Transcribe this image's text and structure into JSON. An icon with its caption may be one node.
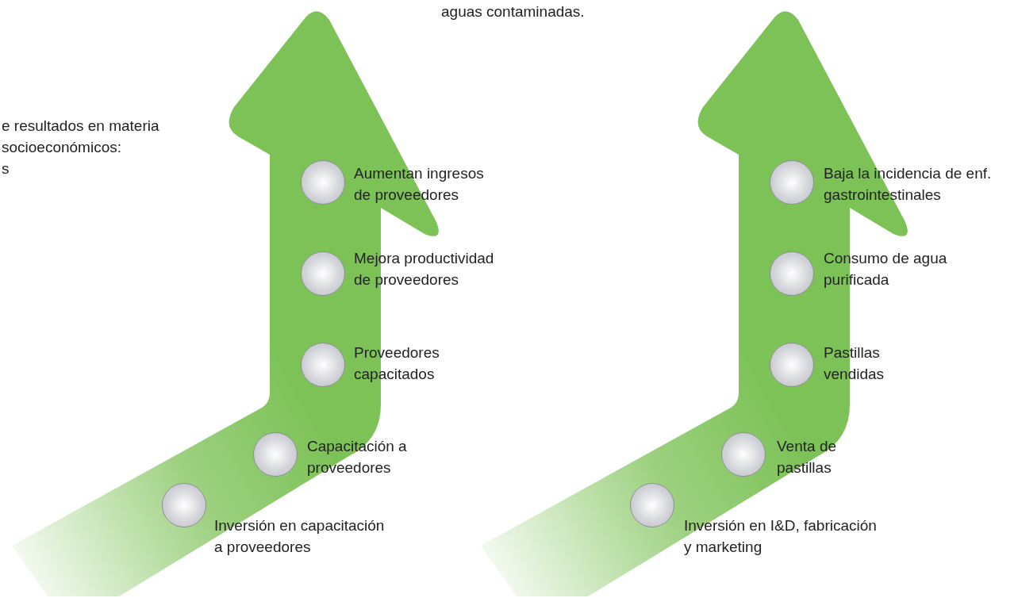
{
  "diagram": {
    "nodes": [
      {
        "text": [],
        "shape": "circle",
        "beside": [
          "Aumentan ingresos de proveedores"
        ]
      },
      {
        "text": [],
        "shape": "circle",
        "beside": [
          "Mejora productividad de proveedores"
        ]
      },
      {
        "text": [],
        "shape": "circle",
        "beside": [
          "Proveedores capacitados"
        ]
      },
      {
        "text": [],
        "shape": "circle",
        "beside": [
          "Capacitación a proveedores"
        ]
      },
      {
        "text": [],
        "shape": "circle",
        "beside": [
          "Inversión en capacitación a proveedores"
        ]
      },
      {
        "text": [],
        "shape": "circle",
        "beside": [
          "Baja la incidencia de enf. gastrointestinales"
        ]
      },
      {
        "text": [],
        "shape": "circle",
        "beside": [
          "Consumo de agua purificada"
        ]
      },
      {
        "text": [],
        "shape": "circle",
        "beside": [
          "Pastillas vendidas"
        ]
      },
      {
        "text": [],
        "shape": "circle",
        "beside": [
          "Venta de pastillas"
        ]
      },
      {
        "text": [],
        "shape": "circle",
        "beside": [
          "Inversión en I&D, fabricación y marketing"
        ]
      }
    ],
    "edges": [],
    "labels": [
      "aguas contaminadas.",
      "e resultados en materia",
      "socioeconómicos:",
      "s"
    ]
  }
}
